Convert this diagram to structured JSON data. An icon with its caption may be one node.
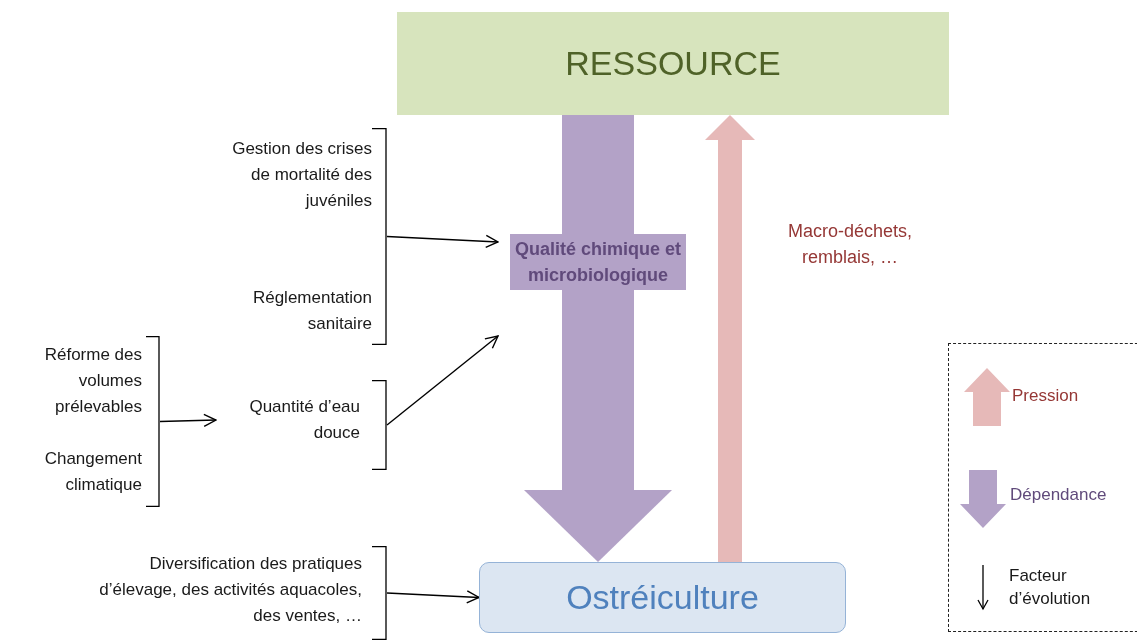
{
  "diagram": {
    "nodes": [
      {
        "text": [
          "RESSOURCE"
        ]
      },
      {
        "text": [
          "Gestion des crises de mortalité des juvéniles"
        ]
      },
      {
        "text": [
          "Réglementation sanitaire"
        ]
      },
      {
        "text": [],
        "shape": "bracket"
      },
      {
        "text": [
          "Réforme des volumes prélevables"
        ]
      },
      {
        "text": [
          "Changement climatique"
        ]
      },
      {
        "text": [],
        "shape": "bracket"
      },
      {
        "text": [
          "Quantité d’eau douce"
        ]
      },
      {
        "text": [],
        "shape": "bracket"
      },
      {
        "text": [
          "Diversification des pratiques d’élevage, des activités aquacoles, des ventes, …"
        ]
      },
      {
        "text": [],
        "shape": "bracket"
      },
      {
        "text": [
          "Ostréiculture"
        ]
      }
    ],
    "edges": [
      {
        "from": 0,
        "to": 11,
        "arrow": "to",
        "style": "thick",
        "color": "#b3a2c7",
        "label": "Qualité chimique et microbiologique"
      },
      {
        "from": 11,
        "to": 0,
        "arrow": "to",
        "style": "thick",
        "color": "#e6b9b8",
        "label": "Macro-déchets, remblais, …"
      },
      {
        "from": 3,
        "to": null,
        "arrow": "to"
      },
      {
        "from": 6,
        "to": 7,
        "arrow": "to"
      },
      {
        "from": 8,
        "to": null,
        "arrow": "to"
      },
      {
        "from": 10,
        "to": 11,
        "arrow": "to"
      }
    ],
    "legend": [
      {
        "text": "Pression",
        "color": "#e6b9b8"
      },
      {
        "text": "Dépendance",
        "color": "#b3a2c7"
      },
      {
        "text": "Facteur d’évolution"
      }
    ]
  }
}
